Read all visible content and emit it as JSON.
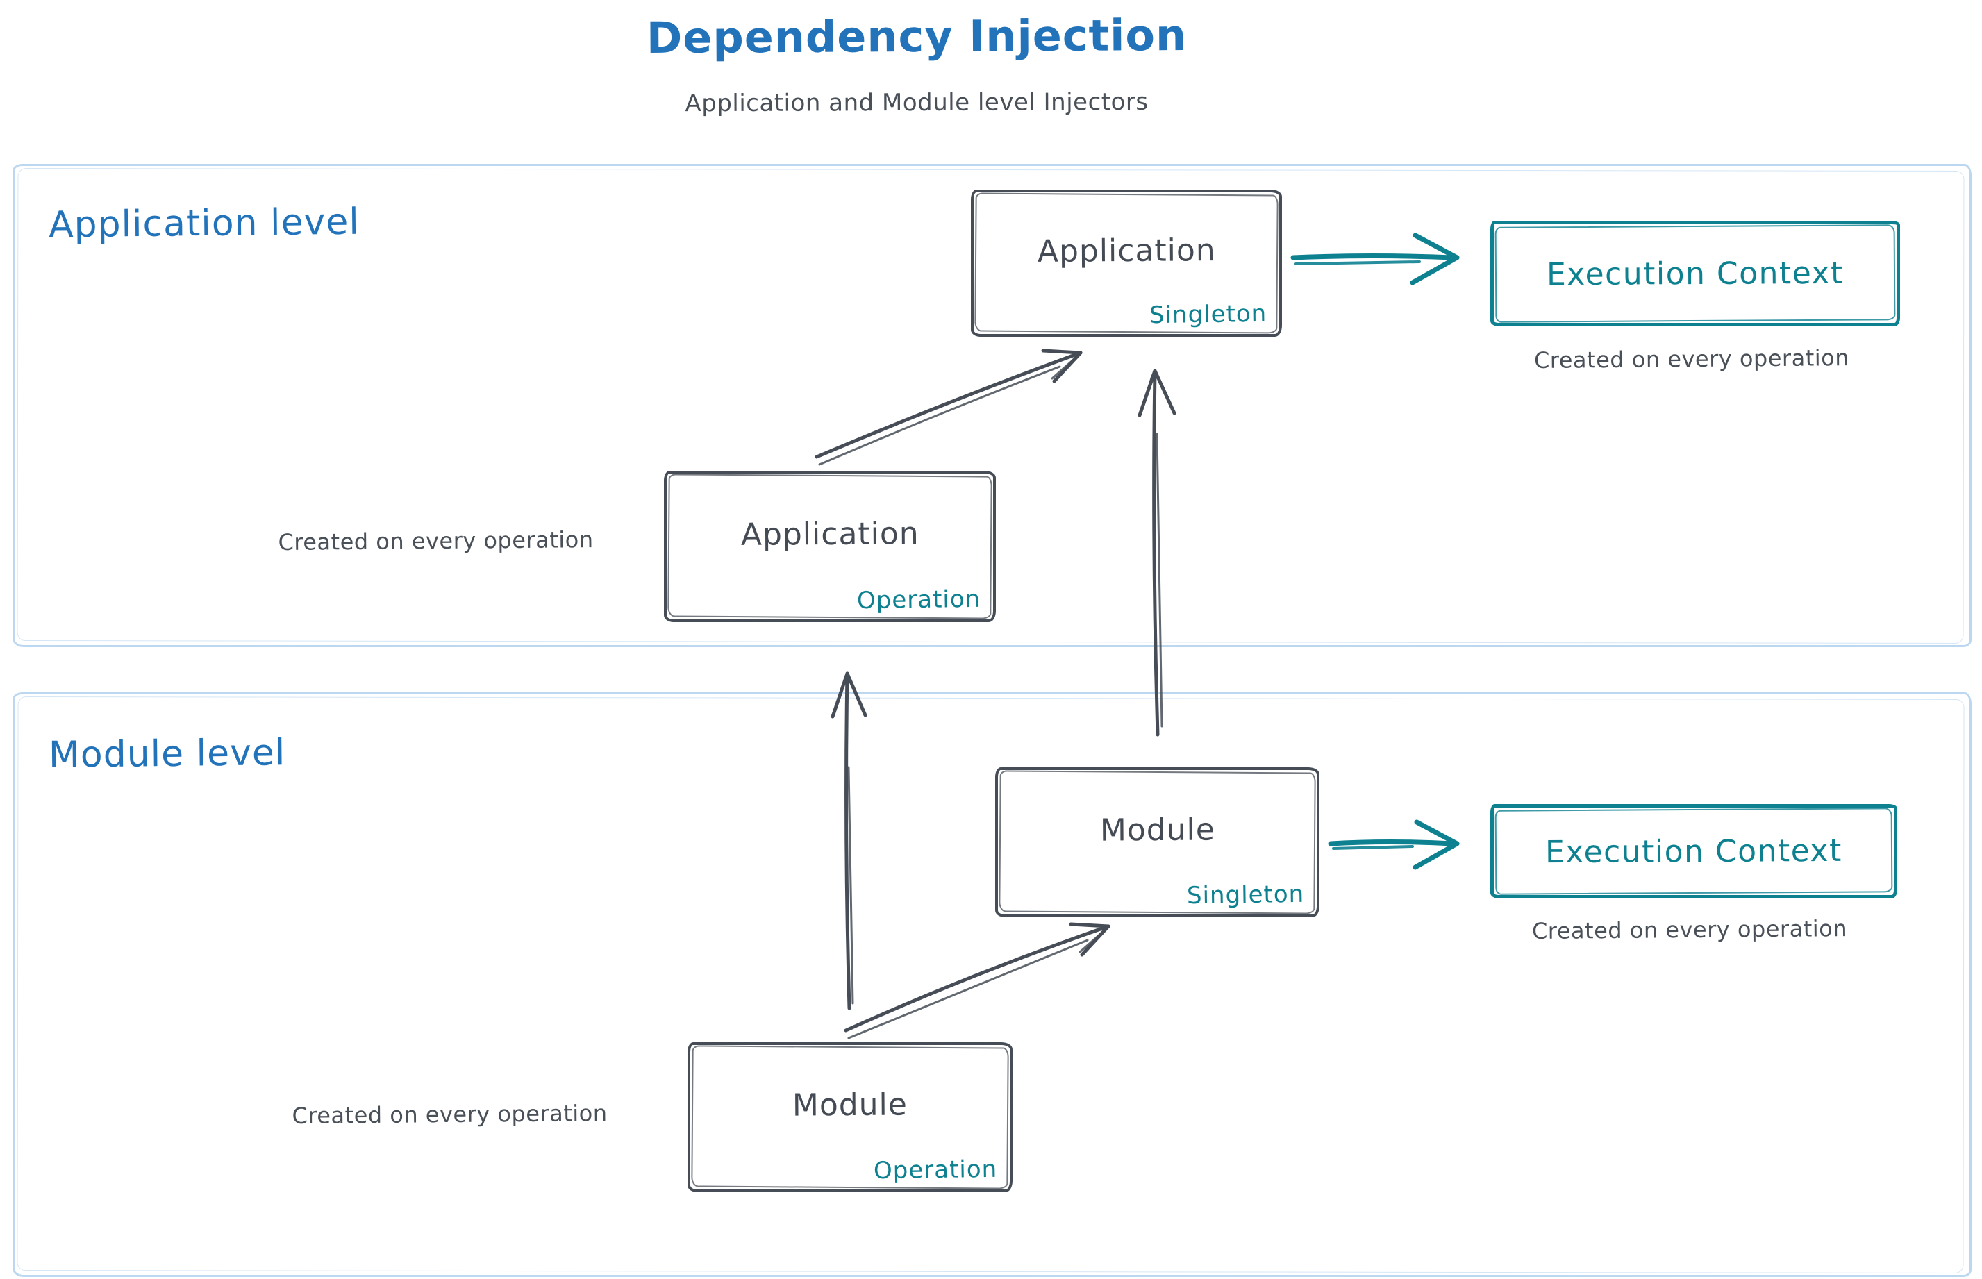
{
  "title": "Dependency Injection",
  "subtitle": "Application and Module level Injectors",
  "colors": {
    "blue": "#2273ba",
    "teal": "#0e8191",
    "dark": "#474d56",
    "section_border": "#bcd8f1",
    "note_gray": "#4a5058"
  },
  "sections": {
    "application": {
      "label": "Application level",
      "singleton_box": {
        "title": "Application",
        "tag": "Singleton"
      },
      "operation_box": {
        "title": "Application",
        "tag": "Operation"
      },
      "operation_note": "Created on every operation",
      "execution_context": {
        "label": "Execution Context",
        "note": "Created on every operation"
      }
    },
    "module": {
      "label": "Module level",
      "singleton_box": {
        "title": "Module",
        "tag": "Singleton"
      },
      "operation_box": {
        "title": "Module",
        "tag": "Operation"
      },
      "operation_note": "Created on every operation",
      "execution_context": {
        "label": "Execution Context",
        "note": "Created on every operation"
      }
    }
  },
  "arrows": [
    {
      "from": "application-operation-box",
      "to": "application-singleton-box",
      "color": "dark"
    },
    {
      "from": "module-singleton-box",
      "to": "application-singleton-box",
      "color": "dark"
    },
    {
      "from": "application-singleton-box",
      "to": "application-execution-context",
      "color": "teal"
    },
    {
      "from": "module-operation-box",
      "to": "module-singleton-box",
      "color": "dark"
    },
    {
      "from": "module-operation-box",
      "to": "application-operation-box",
      "color": "dark"
    },
    {
      "from": "module-singleton-box",
      "to": "module-execution-context",
      "color": "teal"
    }
  ]
}
